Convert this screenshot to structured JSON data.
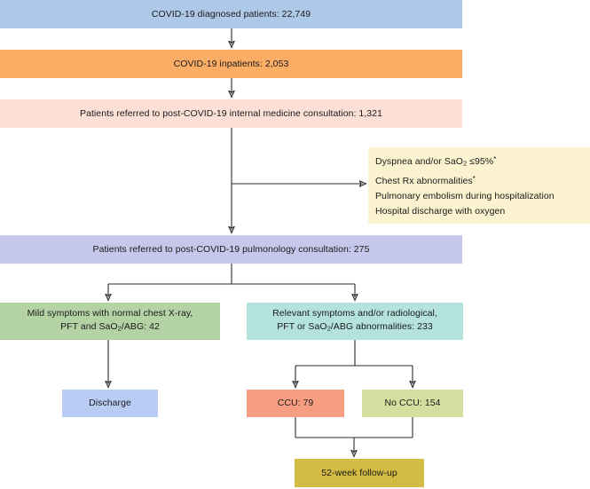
{
  "figure": {
    "type": "flowchart",
    "title": "COVID-19 patient referral and follow-up flow"
  },
  "nodes": {
    "diagnosed": {
      "label": "COVID-19 diagnosed patients: 22,749",
      "count": 22749,
      "color": "#aec9e7"
    },
    "inpatients": {
      "label": "COVID-19 inpatients: 2,053",
      "count": 2053,
      "color": "#fbad66"
    },
    "internal_medicine": {
      "label": "Patients referred to post-COVID-19 internal medicine consultation: 1,321",
      "count": 1321,
      "color": "#fce0d6"
    },
    "criteria": {
      "color": "#fbf3cf",
      "items": [
        "Dyspnea and/or SaO2 ≤95%*",
        "Chest Rx abnormalities*",
        "Pulmonary embolism during hospitalization",
        "Hospital discharge with oxygen"
      ],
      "item1_pre": "Dyspnea and/or SaO",
      "item1_sub": "2",
      "item1_post": " ≤95%",
      "item1_ast": "*",
      "item2_pre": "Chest Rx abnormalities",
      "item2_ast": "*",
      "item3": "Pulmonary embolism during hospitalization",
      "item4": "Hospital discharge with oxygen"
    },
    "pulmonology": {
      "label": "Patients referred to post-COVID-19 pulmonology consultation: 275",
      "count": 275,
      "color": "#c5c8ea"
    },
    "mild": {
      "line1": "Mild symptoms with normal chest X-ray,",
      "line2_pre": "PFT and SaO",
      "line2_sub": "2",
      "line2_post": "/ABG: 42",
      "count": 42,
      "color": "#b4d3a5"
    },
    "relevant": {
      "line1": "Relevant symptoms and/or radiological,",
      "line2_pre": "PFT or SaO",
      "line2_sub": "2",
      "line2_post": "/ABG abnormalities: 233",
      "count": 233,
      "color": "#b4e2dc"
    },
    "discharge": {
      "label": "Discharge",
      "color": "#b9cdf4"
    },
    "ccu": {
      "label": "CCU: 79",
      "count": 79,
      "color": "#f79d82"
    },
    "no_ccu": {
      "label": "No CCU: 154",
      "count": 154,
      "color": "#d3de9f"
    },
    "followup": {
      "label": "52-week follow-up",
      "color": "#d4bc44"
    }
  },
  "connectors": {
    "arrow_color": "#2b2b2b"
  }
}
